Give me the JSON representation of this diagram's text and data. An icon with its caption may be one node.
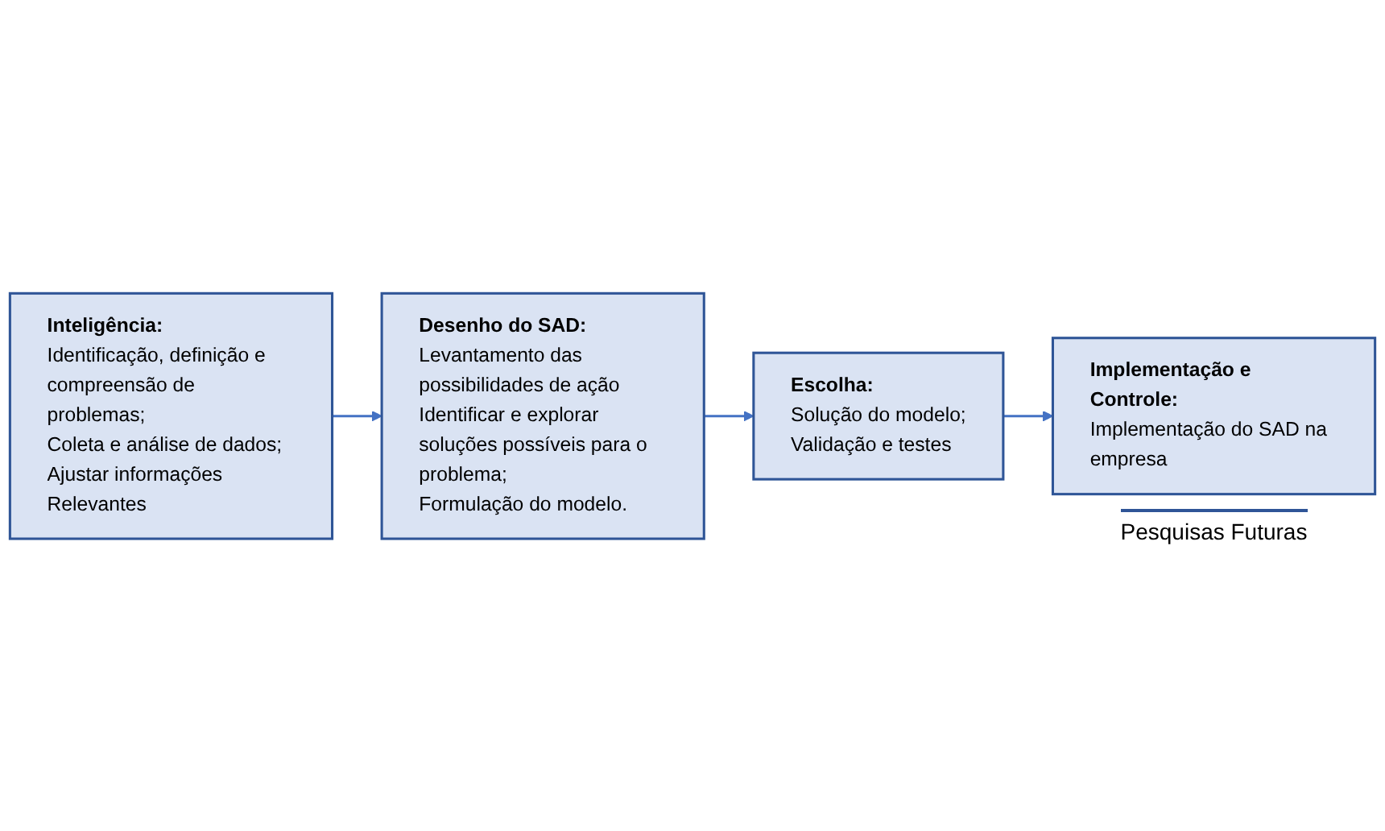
{
  "diagram": {
    "nodes": [
      {
        "text": [
          "Inteligência:",
          "Identificação, definição e compreensão de problemas;",
          "Coleta e análise de dados;",
          "Ajustar informações Relevantes"
        ]
      },
      {
        "text": [
          "Desenho do SAD:",
          "Levantamento das possibilidades de ação",
          "Identificar e explorar soluções possíveis para o problema;",
          "Formulação do modelo."
        ]
      },
      {
        "text": [
          "Escolha:",
          "Solução do modelo;",
          "Validação e testes"
        ]
      },
      {
        "text": [
          "Implementação e Controle:",
          "Implementação do SAD na empresa"
        ],
        "beside": [
          "Pesquisas Futuras"
        ]
      }
    ],
    "edges": [
      {
        "from": 0,
        "to": 1,
        "arrow": "to"
      },
      {
        "from": 1,
        "to": 2,
        "arrow": "to"
      },
      {
        "from": 2,
        "to": 3,
        "arrow": "to"
      }
    ]
  }
}
